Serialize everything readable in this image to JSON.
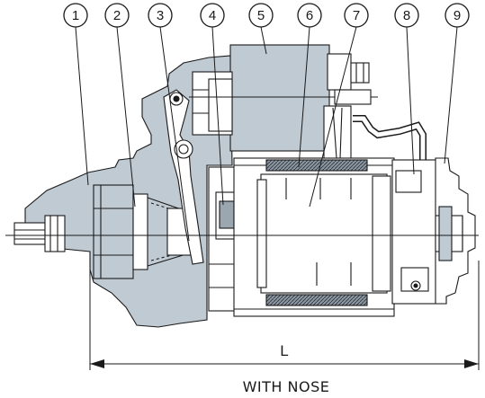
{
  "callouts": [
    "1",
    "2",
    "3",
    "4",
    "5",
    "6",
    "7",
    "8",
    "9"
  ],
  "dimension": {
    "label": "L"
  },
  "caption": "WITH NOSE",
  "colors": {
    "housing_fill": "#bfcad3",
    "coil_fill": "#6f7b86",
    "line": "#1a1a1a"
  }
}
